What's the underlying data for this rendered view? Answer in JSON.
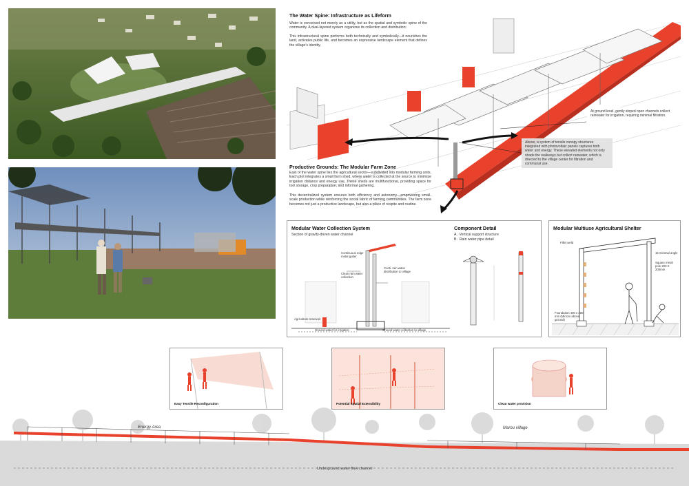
{
  "colors": {
    "accent": "#e8412c",
    "ground": "#d8d8d8",
    "photo_sky": "#8ea8c8",
    "grass": "#5f7d3a"
  },
  "water_spine": {
    "title": "The Water Spine: Infrastructure as Lifeform",
    "p1": "Water is conceived not merely as a utility, but as the spatial and symbolic spine of the community. A dual-layered system organizes its collection and distribution:",
    "p2": "This infrastructural spine performs both technically and symbolically—it nourishes the land, activates public life, and becomes an expressive landscape element that defines the village’s identity."
  },
  "callouts": {
    "ground_level": "At ground level, gently sloped open channels collect rainwater for irrigation, requiring minimal filtration.",
    "above": "Above, a system of tensile canopy structures integrated with photovoltaic panels captures both water and energy. These elevated elements not only shade the walkways but collect rainwater, which is directed to the village center for filtration and communal use."
  },
  "productive_grounds": {
    "title": "Productive Grounds: The Modular Farm Zone",
    "p1": "East of the water spine lies the agricultural sector—subdivided into modular farming units. Each plot integrates a small farm shed, where water is collected at the source to minimize irrigation distance and energy use. These sheds are multifunctional, providing space for tool storage, crop preparation, and informal gathering.",
    "p2": "This decentralized system ensures both efficiency and autonomy—empowering small-scale production while reinforcing the social fabric of farming communities. The farm zone becomes not just a productive landscape, but also a place of respite and routine."
  },
  "water_collection": {
    "title": "Modular Water Collection System",
    "subtitle": "Section of gravity-driven water channel",
    "labels": {
      "gutter": "Continuous edge metal gutter",
      "clean": "Clean rain water collection",
      "conti": "Conti. rain water distribution to village",
      "reservoir": "Agriculture reservoir",
      "ground_irrigation": "Ground water for irrigation",
      "ground_village": "Ground water collection to village"
    }
  },
  "component_detail": {
    "title": "Component Detail",
    "a": "A . Vertical support structure",
    "b": "B . Rain water pipe detail"
  },
  "shelter": {
    "title": "Modular Multiuse Agricultural Shelter",
    "fillet": "Fillet weld",
    "angle": "15 minimal angle",
    "pole": "Square metal pole 200 X 200mm",
    "foundation": "Foundation 400 x 300 mm (Mirrors above ground)"
  },
  "vignettes": {
    "tensile": "Easy Tensile Reconfiguration",
    "spatial": "Potential Spatial Extensibility",
    "clean": "Clean water provision"
  },
  "section": {
    "energy": "Energy Area",
    "village": "Marou village",
    "channel": "Underground water flow channel"
  }
}
